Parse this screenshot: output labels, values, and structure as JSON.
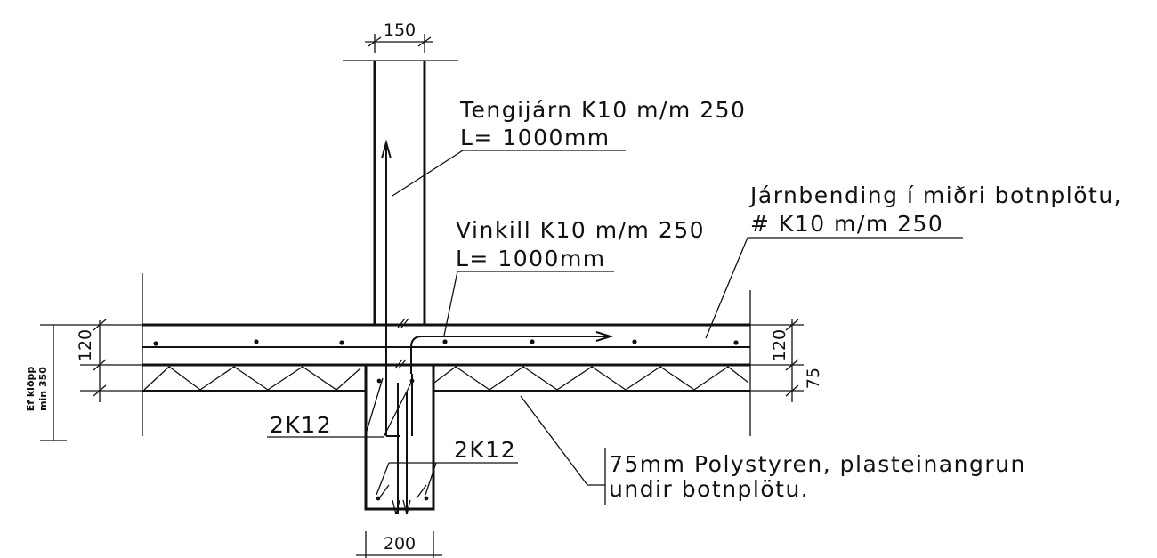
{
  "dimensions": {
    "top_width": "150",
    "bottom_width": "200",
    "slab_left": "120",
    "slab_right": "120",
    "insulation_right": "75"
  },
  "left_note": {
    "line1": "Ef klöpp",
    "line2": "min 350"
  },
  "labels": {
    "tengijarn_line1": "Tengijárn K10 m/m 250",
    "tengijarn_line2": "L= 1000mm",
    "vinkill_line1": "Vinkill K10 m/m 250",
    "vinkill_line2": "L= 1000mm",
    "jarnbending_line1": "Járnbending í miðri botnplötu,",
    "jarnbending_line2": "# K10 m/m 250",
    "rebar_upper": "2K12",
    "rebar_lower": "2K12",
    "polystyren_line1": "75mm Polystyren, plasteinangrun",
    "polystyren_line2": "undir botnplötu."
  }
}
